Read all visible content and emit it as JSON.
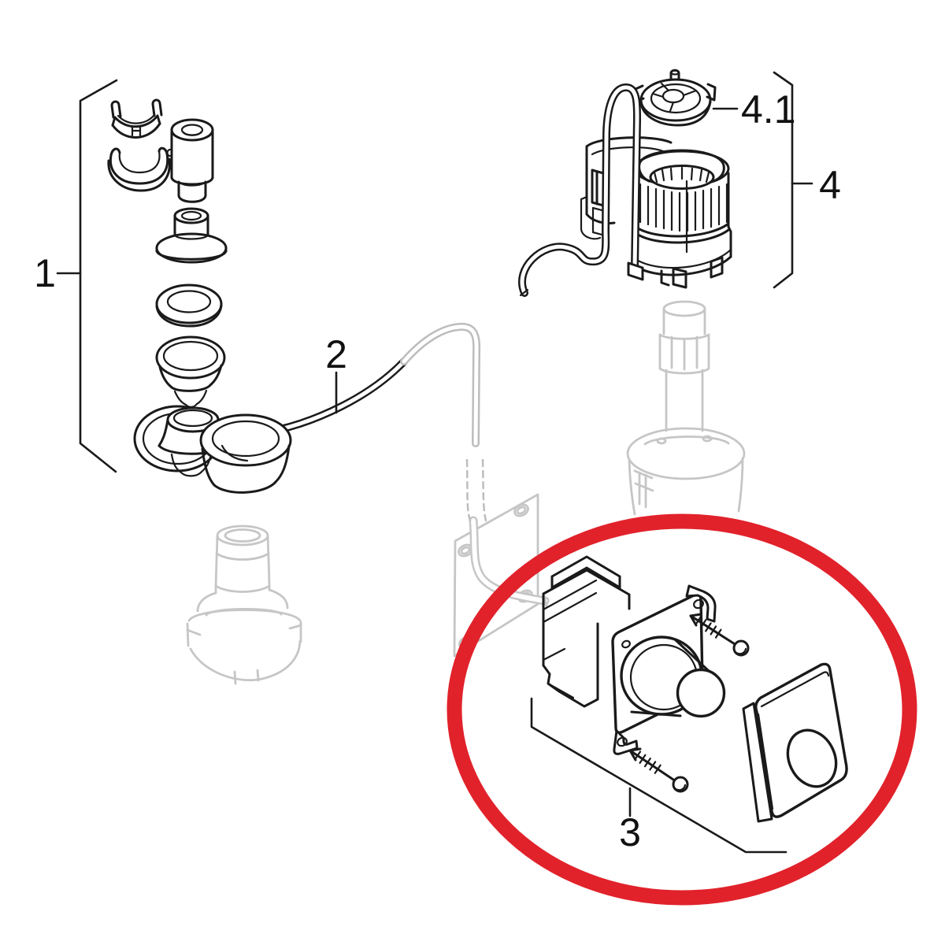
{
  "diagram": {
    "kind": "exploded-parts-diagram",
    "background": "#ffffff"
  },
  "callouts": [
    {
      "id": "1",
      "label": "1"
    },
    {
      "id": "2",
      "label": "2"
    },
    {
      "id": "3",
      "label": "3"
    },
    {
      "id": "4",
      "label": "4"
    },
    {
      "id": "4.1",
      "label": "4.1"
    }
  ],
  "highlight": {
    "shape": "ellipse",
    "around_callout": "3",
    "color": "#e1222b"
  },
  "colors": {
    "line": "#1a1a1a",
    "ghost_line": "#c6c6c6",
    "tube_gray": "#bdbdbd",
    "highlight_red": "#e1222b",
    "background": "#ffffff"
  }
}
